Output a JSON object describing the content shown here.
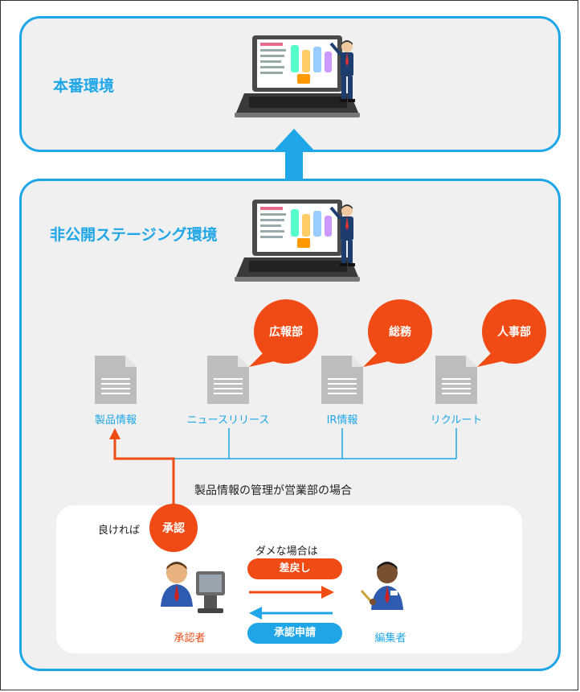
{
  "environments": {
    "production": {
      "title": "本番環境"
    },
    "staging": {
      "title": "非公開ステージング環境"
    }
  },
  "documents": [
    {
      "label": "製品情報"
    },
    {
      "label": "ニュースリリース",
      "department": "広報部"
    },
    {
      "label": "IR情報",
      "department": "総務"
    },
    {
      "label": "リクルート",
      "department": "人事部"
    }
  ],
  "workflow": {
    "caption": "製品情報の管理が営業部の場合",
    "ok_text": "良ければ",
    "approve_label": "承認",
    "ng_text": "ダメな場合は",
    "send_back_label": "差戻し",
    "request_label": "承認申請",
    "approver_label": "承認者",
    "editor_label": "編集者"
  },
  "colors": {
    "blue": "#1ea6e8",
    "orange": "#f04b15",
    "doc_gray": "#bdbdbd",
    "env_bg": "#f0f0f0"
  },
  "icons": [
    "laptop-icon",
    "businessman-icon",
    "document-icon",
    "person-at-computer-icon",
    "person-with-pen-icon",
    "arrow-up-icon"
  ]
}
